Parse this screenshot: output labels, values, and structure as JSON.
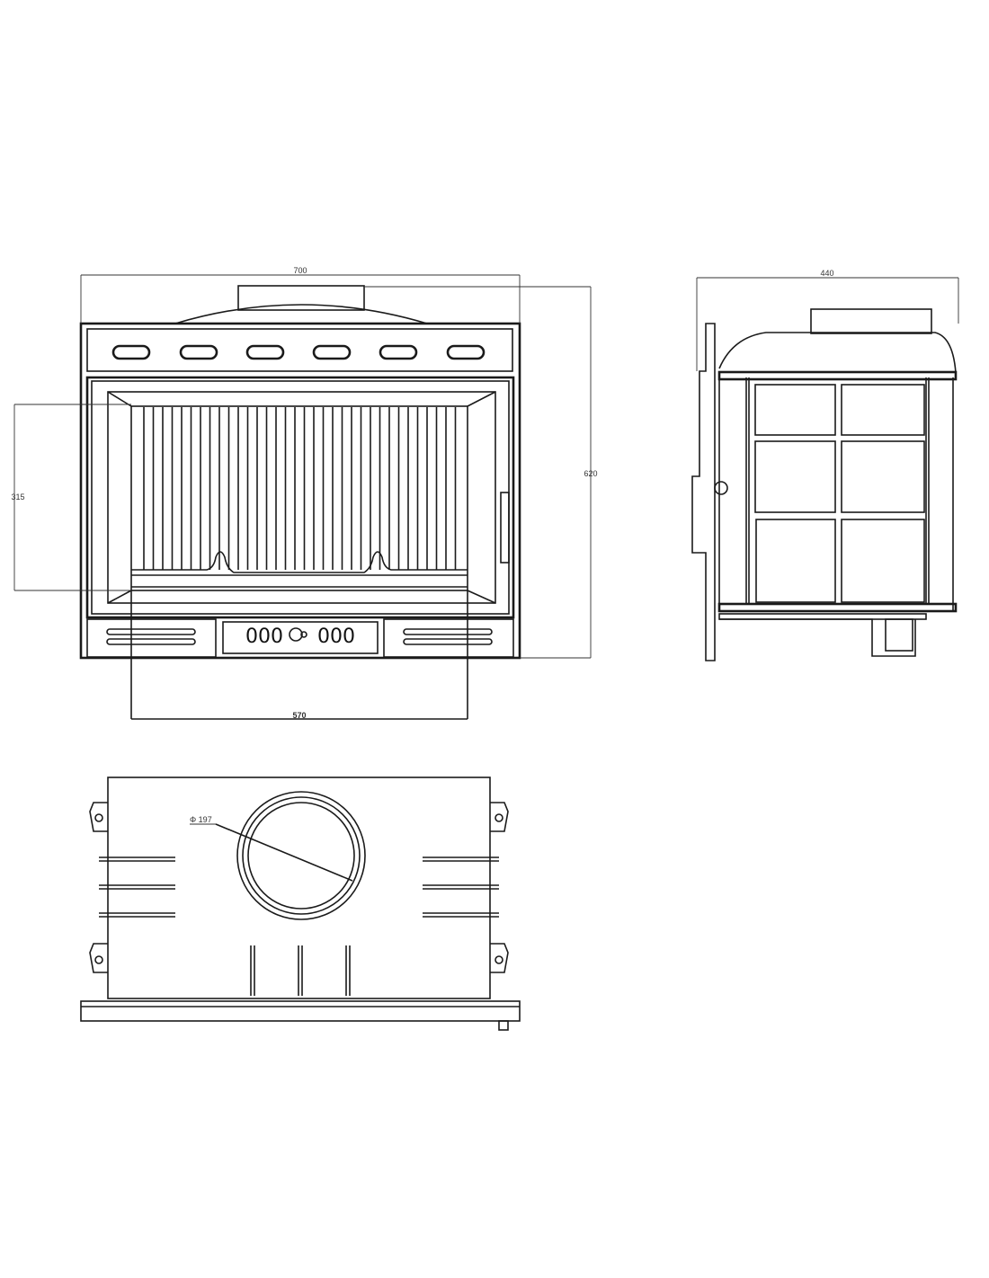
{
  "front_view": {
    "dim_width": "700",
    "dim_height": "620",
    "dim_glass_height": "315",
    "dim_glass_width": "570",
    "nameplate_left": "000",
    "nameplate_right": "000"
  },
  "side_view": {
    "dim_depth": "440"
  },
  "top_view": {
    "dim_flue_diameter": "Φ 197"
  }
}
